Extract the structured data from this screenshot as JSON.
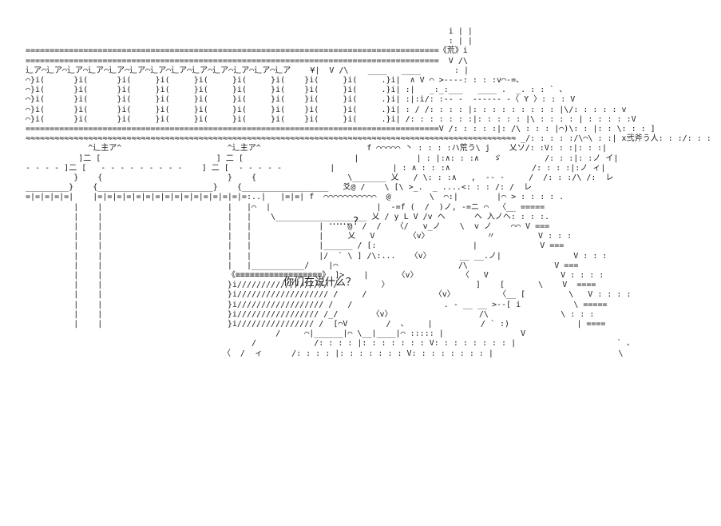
{
  "art": {
    "speech_1": "…… ?",
    "speech_2": "你们在说什么？",
    "lines": [
      {
        "t": "                                                                                        i | |"
      },
      {
        "t": "                                                                                        : | |"
      },
      {
        "t": "======================================================================================《荒》i"
      },
      {
        "t": "======================================================================================  V /\\"
      },
      {
        "t": "辶ア⌒辶ア⌒辶ア⌒辶ア⌒辶ア⌒辶ア⌒辶ア⌒辶ア⌒辶ア⌒辶ア⌒辶ア⌒辶ア⌒辶ア    ¥|  V /\\    ____   ____       : |"
      },
      {
        "t": "⌒}i(      }i(      }i(     }i(     }i(     }i(     }i(    }i(     }i(     .}i|  ∧ V ⌒ >----: : : :v⌒-=、"
      },
      {
        "t": "⌒}i(      }i(      }i(     }i(     }i(     }i(     }i(    }i(     }i(     .}i| :|   _:_:___   ____ .  _. : : ` 、"
      },
      {
        "t": "⌒}i(      }i(      }i(     }i(     }i(     }i(     }i(    }i(     }i(     .}i| :|:i/: :-- -  ------ -〈 Y 〉: : : V"
      },
      {
        "t": "⌒}i(      }i(      }i(     }i(     }i(     }i(     }i(    }i(     }i(     .}i| : / /: : : : |: : : : : : : : : |\\/: : : : : v"
      },
      {
        "t": "⌒}i(      }i(      }i(     }i(     }i(     }i(     }i(    }i(     }i(     .}i| /: : : : : : :|: : : : : |\\ : : : : | : : : : :V"
      },
      {
        "t": "======================================================================================V /: : : : :|: /\\ : : : |⌒)\\: : |: : \\: : : ]"
      },
      {
        "t": "≈≈≈≈≈≈≈≈≈≈≈≈≈≈≈≈≈≈≈≈≈≈≈≈≈≈≈≈≈≈≈≈≈≈≈≈≈≈≈≈≈≈≈≈≈≈≈≈≈≈≈≈≈≈≈≈≈≈≈≈≈≈≈≈≈≈≈≈≈≈≈≈≈≈≈≈≈≈≈≈≈≈≈≈≈≈≈≈≈≈≈≈≈≈≈≈≈≈≈≈≈≈ _/: : : : :/\\⌒\\ : :| x弐斧う人: : :/: : :"
      },
      {
        "t": "             ^辶主ア^                      ^辶主ア^                      f ⌒⌒⌒⌒⌒ 丶 : : : :ハ荒う\\ j    乂ソ/: :V: : :|: : :|"
      },
      {
        "t": "           ]二 [                        ] 二 [                       |            | : |:∧: : :∧   ゞ         /: : :|: :ノ イ|"
      },
      {
        "t": "- - - - ]二 [   - - - - - - - - -    ] 二 [  - - - - -          |            | : ∧ : : :∧                 /: : : :|:ノ ィ|"
      },
      {
        "t": "          }    {                          }    {                   \\_______ 乂   / \\: : :∧   ,  -- -     /  /: : :/\\ /:  レ"
      },
      {
        "t": "_________}    {________________________}    {__________________   爻@ /    \\ [\\ >_.  _ ....<: : : /: /  レ"
      },
      {
        "t": "=|=|=|=|=|    |=|=|=|=|=|=|=|=|=|=|=|=|=|=|=|=:..|   |=|=| f  ⌒⌒⌒⌒⌒⌒⌒⌒⌒⌒⌒  @        \\  ⌒:|        |⌒ > : : : : ."
      },
      {
        "t": "          |    |                          |   |⌒  |                      |  -=f (  /  )ノ, -=ニ ⌒  〈__ ====="
      },
      {
        "t": "          |    |                          |   |    \\___________________ 乂 / y L V /v ヘ      ヘ 入ノヘ: : : :."
      },
      {
        "t": "          |    |                          |   |              |     @  /  /   〈/   v_ノ    \\  v ノ    ⌒⌒ V ==="
      },
      {
        "t": "          |    |                          |   |              |     乂   V       〈v〉            〃         V : : :"
      },
      {
        "t": "          |    |                          |   |              |______ / [:                    |             V ==="
      },
      {
        "t": "          |    |                          |   |              |/  ` \\ ] /\\:...   〈v〉      __ __.ノ|               V : : :"
      },
      {
        "t": "          |    |                          |   |___________/    |⌒                         /\\                  V ==="
      },
      {
        "t": "          |    |                          《≡≡≡≡≡≡≡≡≡≡≡≡≡≡≡≡≡≡》 ]>    |      〈v〉         〈   V               V : : : :"
      },
      {
        "t": "          |    |                          }i/////////////////// /         〉                  ]    [       \\    V  ===="
      },
      {
        "t": "          |    |                          }i/////////////////// /     /              〈v〉         〈__ [         \\   V : : : :"
      },
      {
        "t": "          |    |                          }i////////////////// /   /                   . - __ __ >--[ i           \\ ====="
      },
      {
        "t": "          |    |                          }i///////////////// /_/       〈v〉                  /\\               \\ : : :"
      },
      {
        "t": "          |    |                          }i//////////////// /  [⌒V        /  、    |          / ` :)              | ===="
      },
      {
        "t": "                                                    /     ⌒|______|⌒ \\__|____|⌒ ::::: |                V"
      },
      {
        "t": "                                               /            /: : : : |: : : : : : : V: : : : : : : : |                     ` 、"
      },
      {
        "t": "                                         〈  /  ィ      /: : : : |: : : : : : : V: : : : : : : : |                          \\"
      }
    ]
  }
}
